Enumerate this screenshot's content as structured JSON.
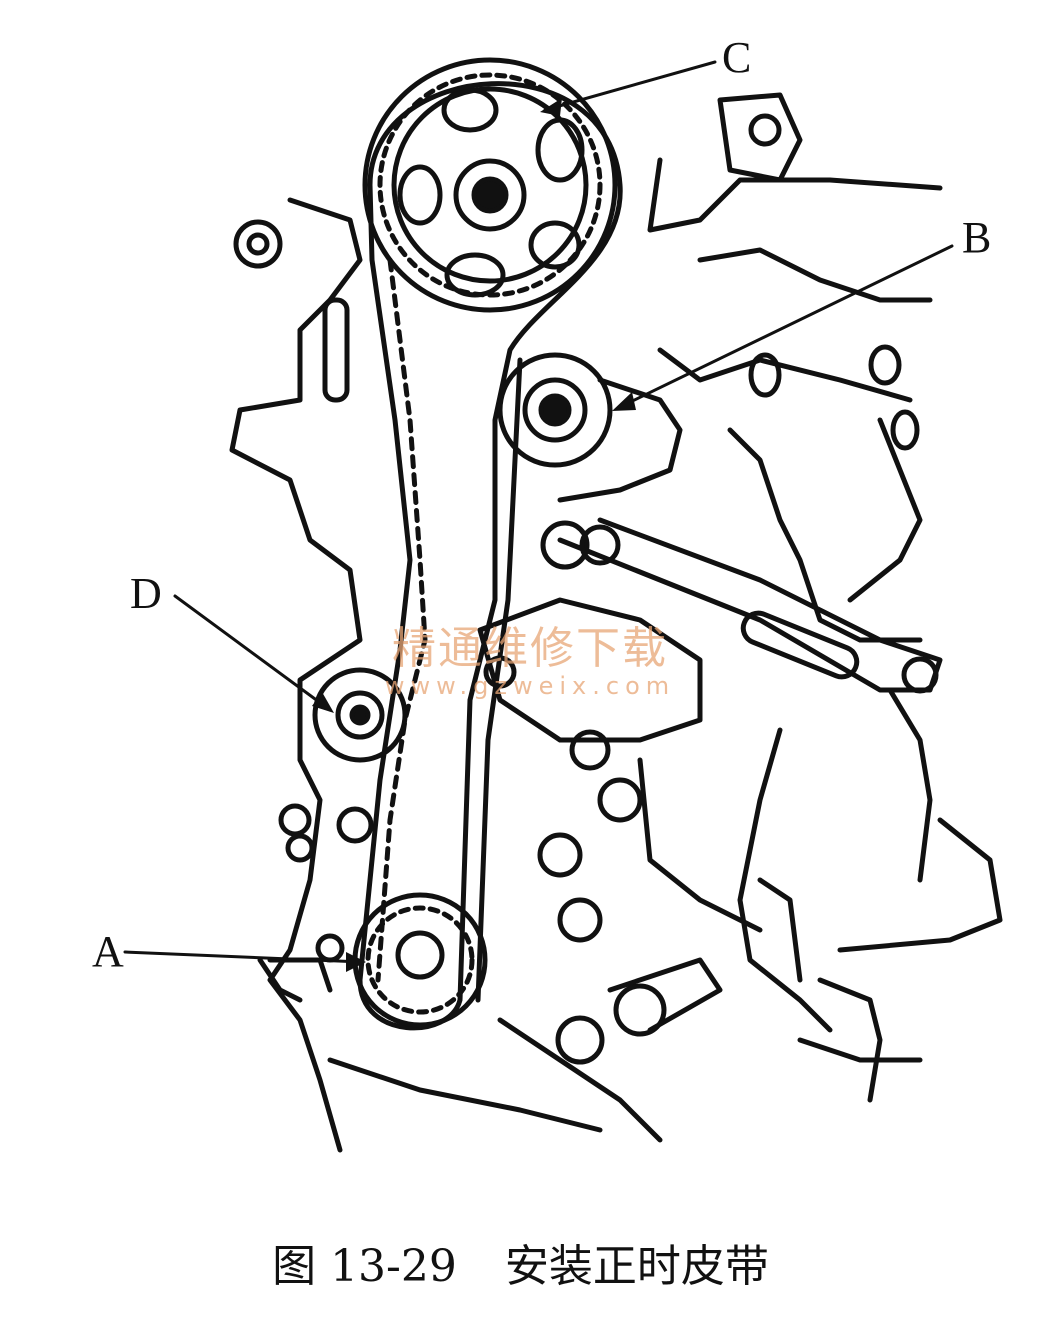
{
  "labels": {
    "c": "C",
    "b": "B",
    "d": "D",
    "a": "A"
  },
  "watermark": {
    "text": "精通维修下载",
    "url": "www.gzweix.com"
  },
  "caption": {
    "figure_number": "图 13-29",
    "title": "安装正时皮带"
  },
  "colors": {
    "line": "#111111",
    "watermark": "#e8a676"
  }
}
